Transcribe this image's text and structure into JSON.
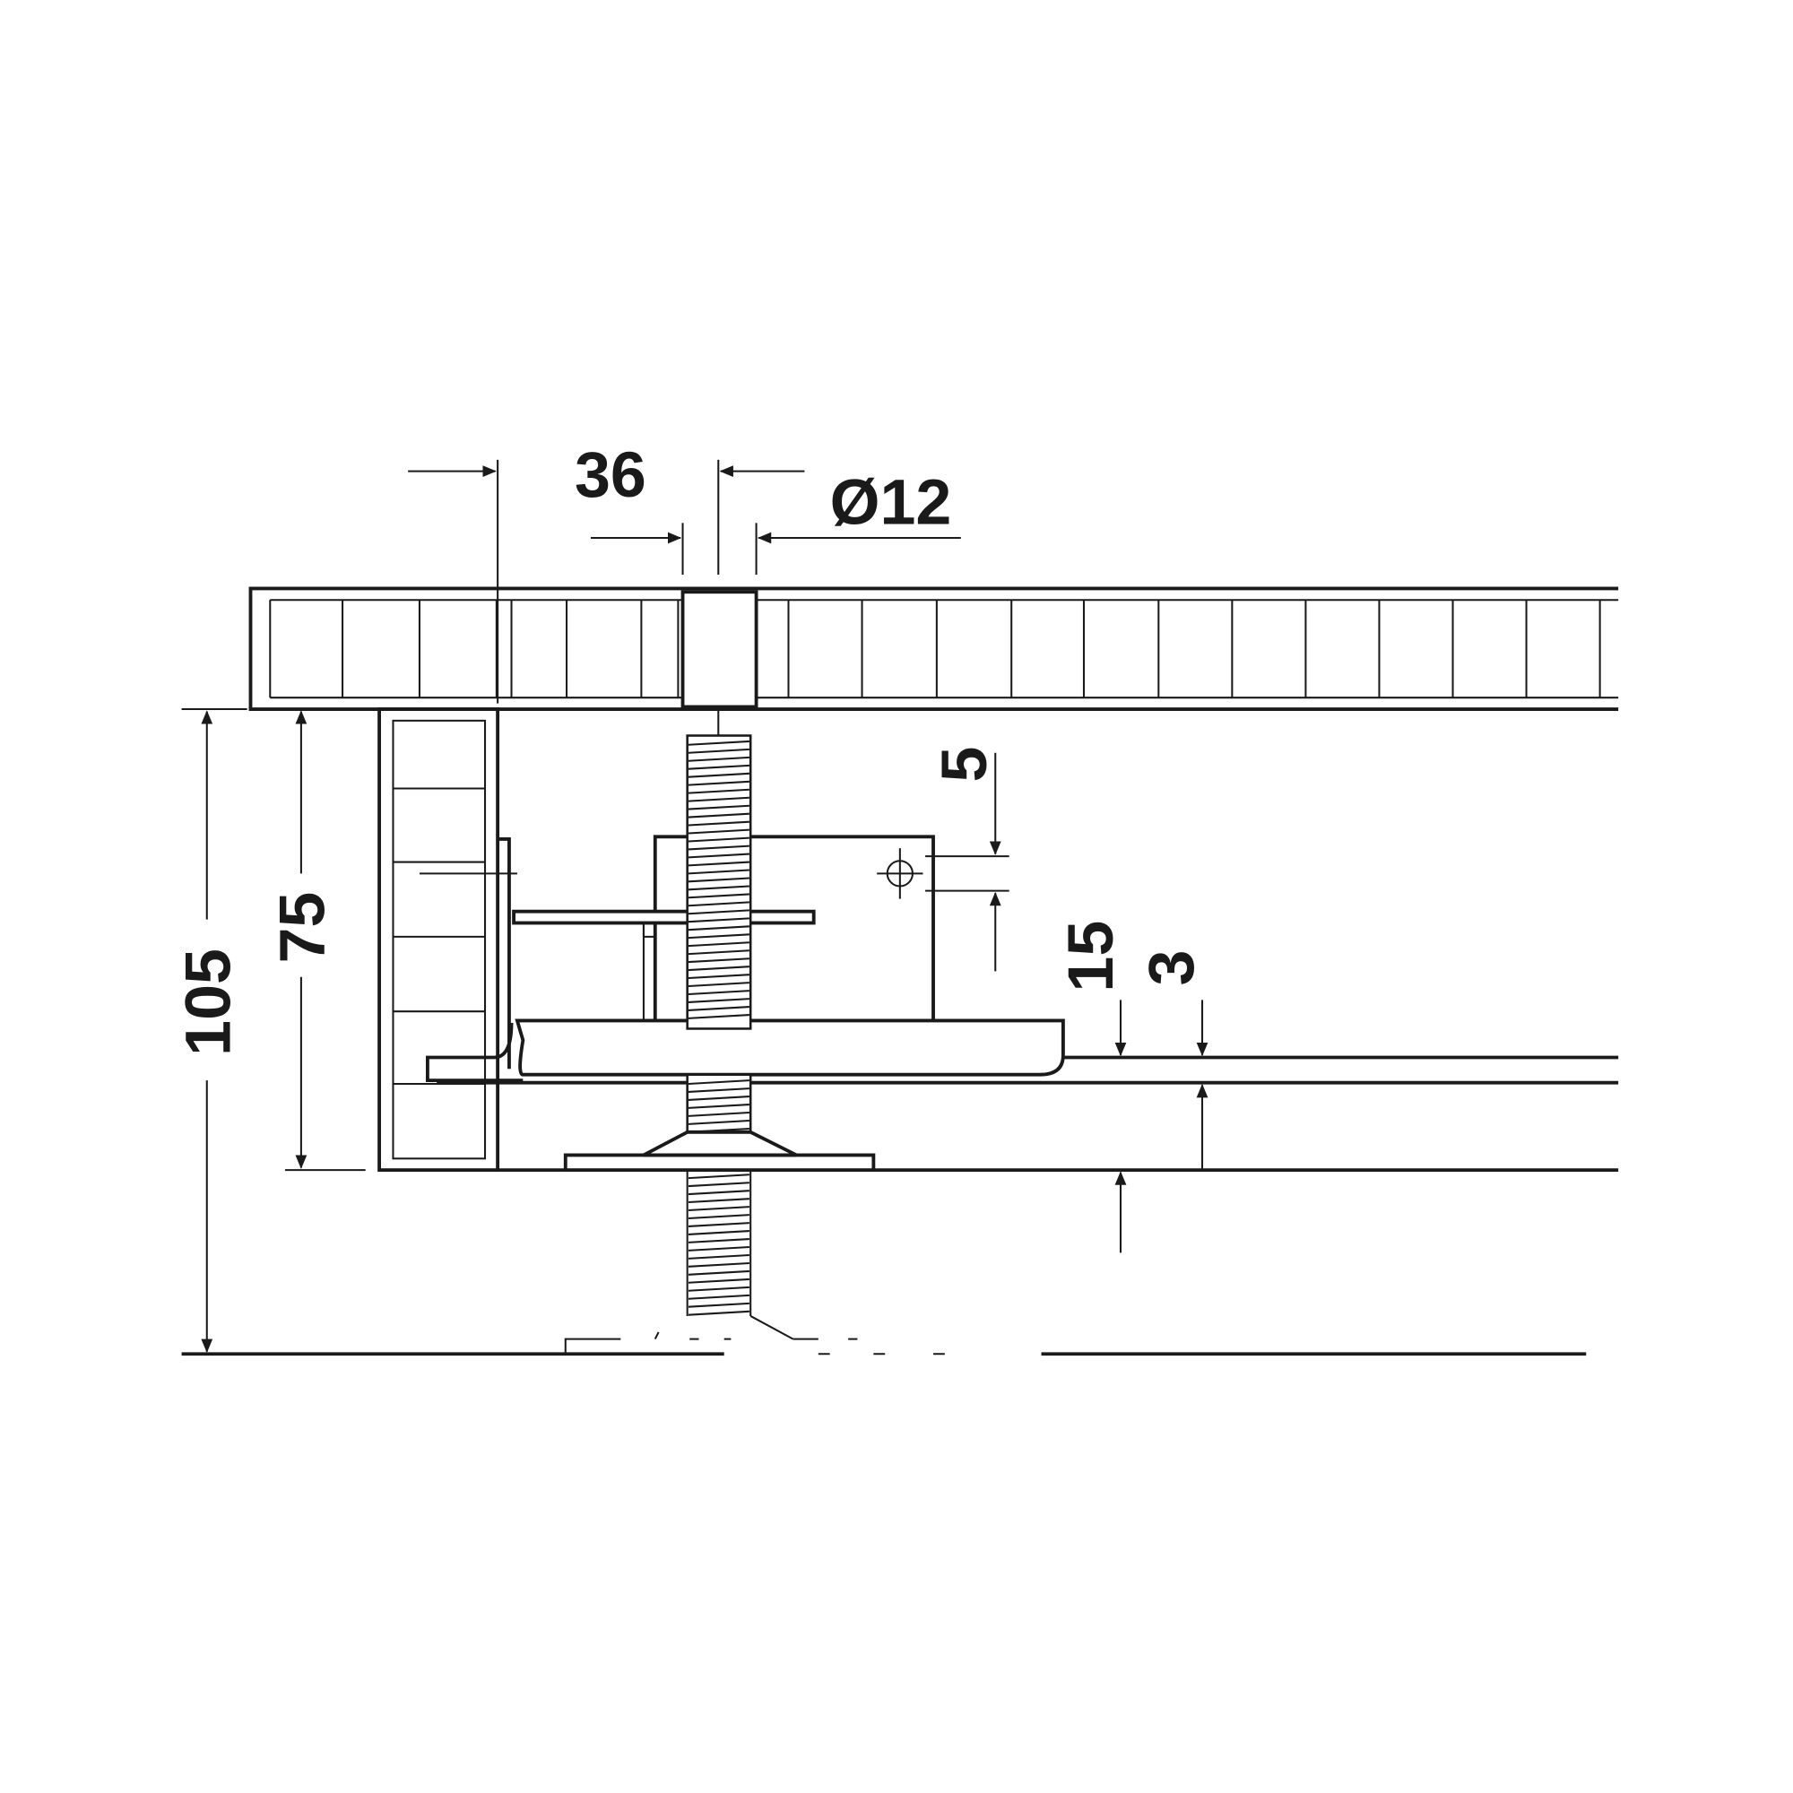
{
  "drawing": {
    "dimensions": {
      "width_offset": "36",
      "bolt_diameter": "Ø12",
      "slot_offset": "5",
      "rail_height": "15",
      "rail_thickness": "3",
      "inner_height": "75",
      "total_height": "105"
    }
  }
}
